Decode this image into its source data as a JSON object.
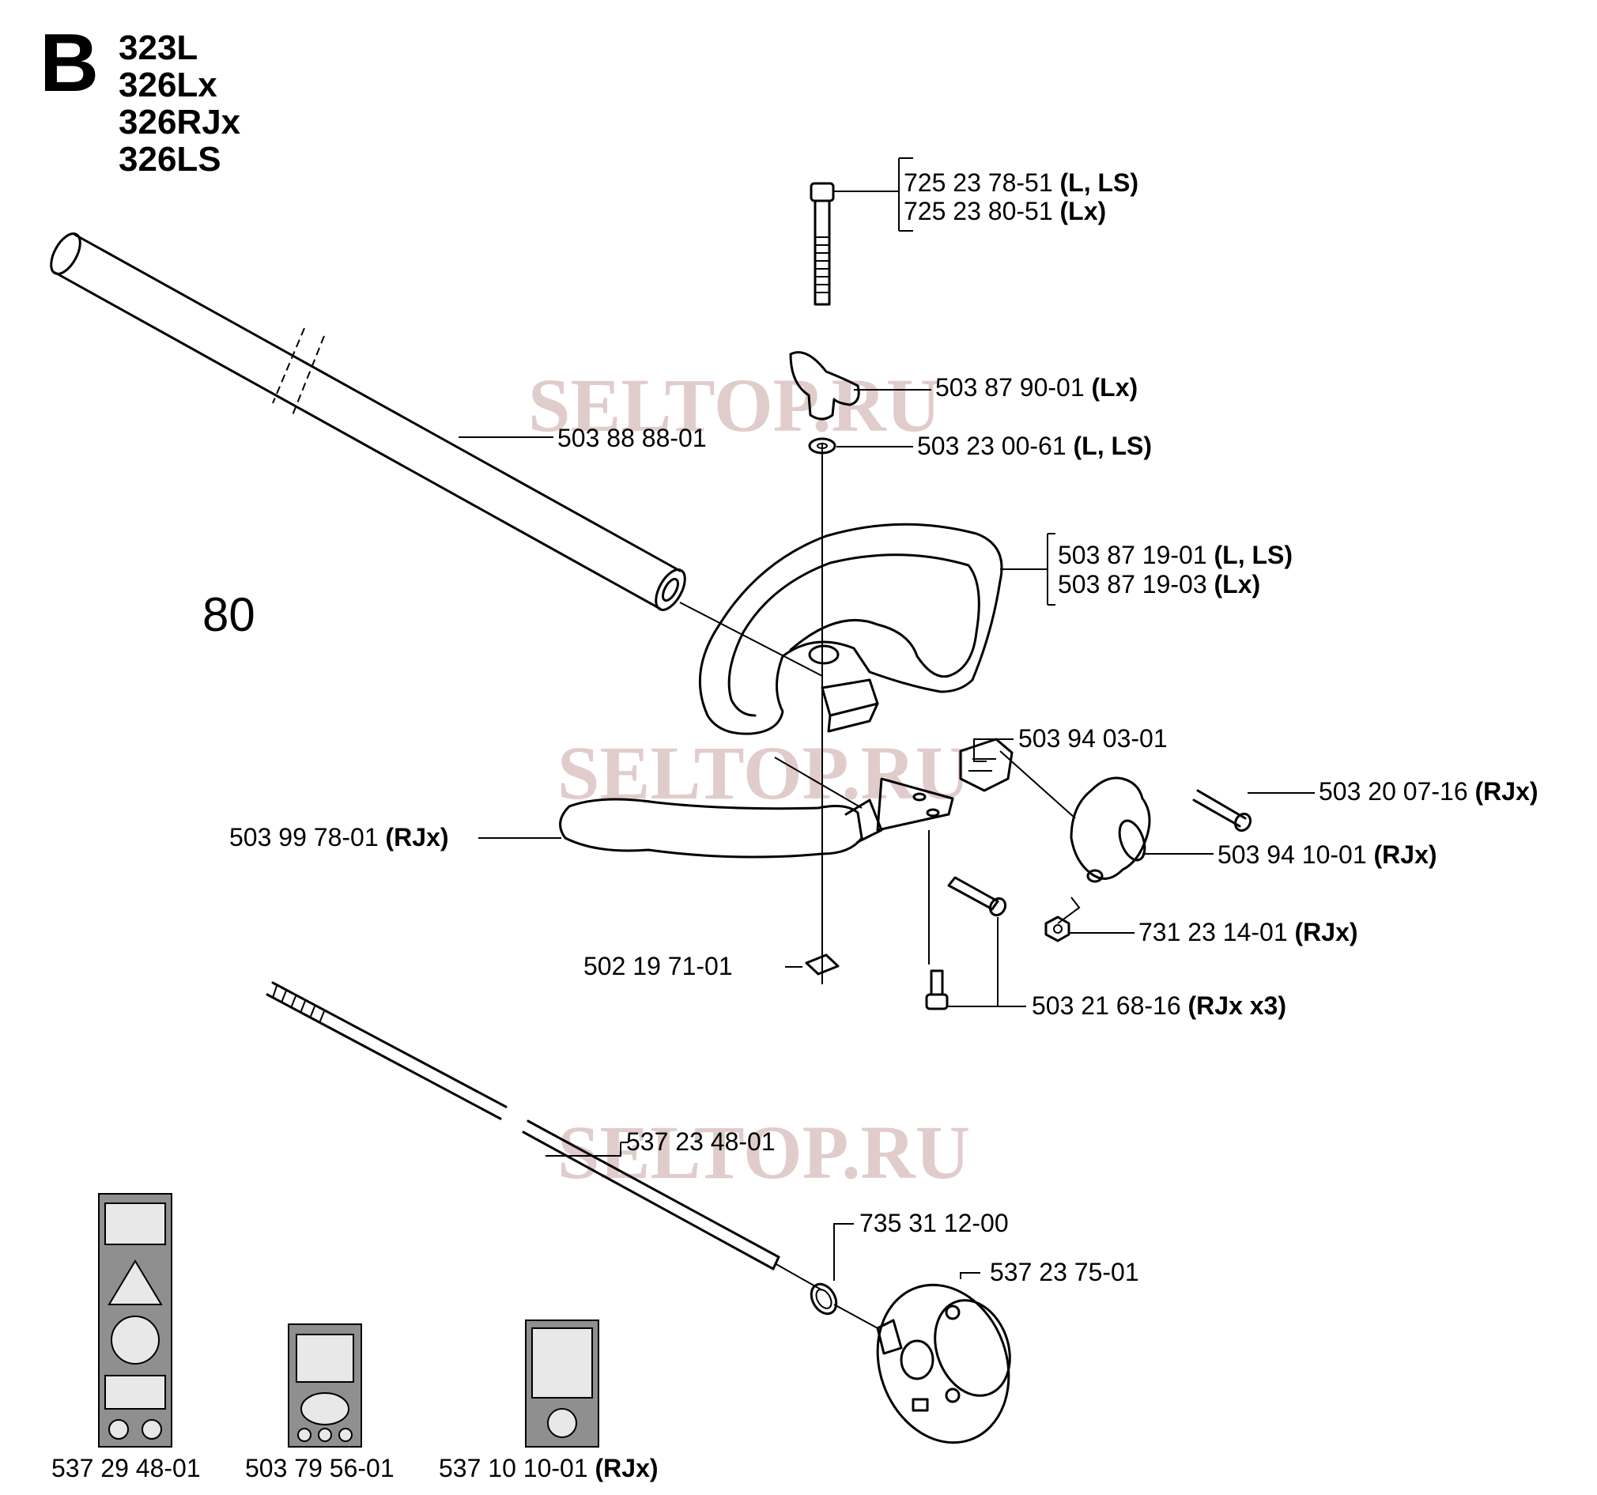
{
  "section_letter": "B",
  "models": [
    "323L",
    "326Lx",
    "326RJx",
    "326LS"
  ],
  "page_number": "80",
  "watermark": "SELTOP.RU",
  "parts": [
    {
      "id": "bolt",
      "number": "725 23 78-51",
      "suffix": "(L, LS)"
    },
    {
      "id": "bolt-lx",
      "number": "725 23 80-51",
      "suffix": "(Lx)"
    },
    {
      "id": "wing-knob",
      "number": "503 87 90-01",
      "suffix": "(Lx)"
    },
    {
      "id": "washer",
      "number": "503 23 00-61",
      "suffix": "(L, LS)"
    },
    {
      "id": "shaft-tube",
      "number": "503 88 88-01",
      "suffix": ""
    },
    {
      "id": "loop-handle",
      "number": "503 87 19-01",
      "suffix": "(L, LS)"
    },
    {
      "id": "loop-handle-lx",
      "number": "503 87 19-03",
      "suffix": "(Lx)"
    },
    {
      "id": "spacer",
      "number": "503 94 03-01",
      "suffix": ""
    },
    {
      "id": "screw-rjx",
      "number": "503 20 07-16",
      "suffix": "(RJx)"
    },
    {
      "id": "bracket",
      "number": "503 94 10-01",
      "suffix": "(RJx)"
    },
    {
      "id": "nut",
      "number": "731 23 14-01",
      "suffix": "(RJx)"
    },
    {
      "id": "j-handle",
      "number": "503 99 78-01",
      "suffix": "(RJx)"
    },
    {
      "id": "square-nut",
      "number": "502 19 71-01",
      "suffix": ""
    },
    {
      "id": "screws-x3",
      "number": "503 21 68-16",
      "suffix": "(RJx x3)"
    },
    {
      "id": "drive-shaft",
      "number": "537 23 48-01",
      "suffix": ""
    },
    {
      "id": "o-ring",
      "number": "735 31 12-00",
      "suffix": ""
    },
    {
      "id": "clutch-drum",
      "number": "537 23 75-01",
      "suffix": ""
    },
    {
      "id": "decal-1",
      "number": "537 29 48-01",
      "suffix": ""
    },
    {
      "id": "decal-2",
      "number": "503 79 56-01",
      "suffix": ""
    },
    {
      "id": "decal-3",
      "number": "537 10 10-01",
      "suffix": "(RJx)"
    }
  ]
}
